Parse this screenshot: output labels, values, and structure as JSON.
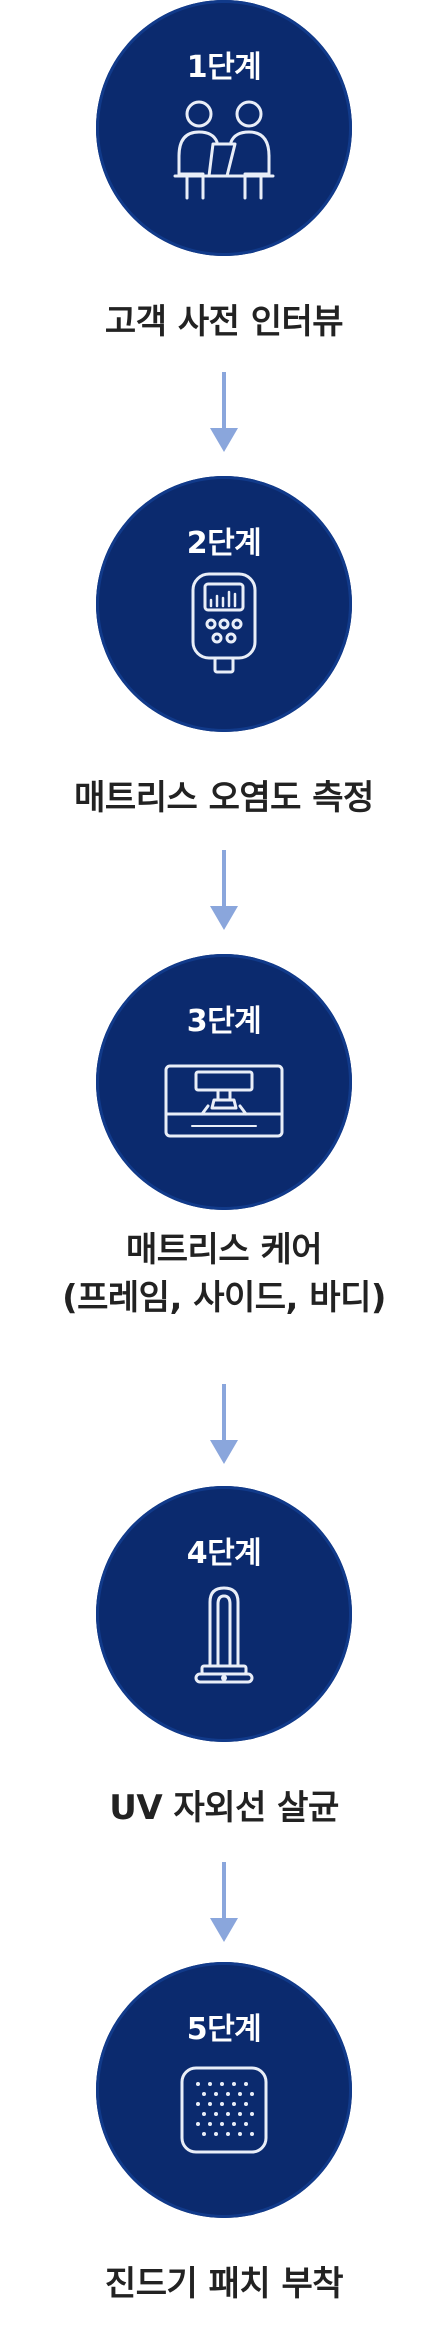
{
  "steps": [
    {
      "step_label": "1단계",
      "icon": "consultation-icon",
      "caption_lines": [
        "고객 사전 인터뷰"
      ]
    },
    {
      "step_label": "2단계",
      "icon": "contamination-meter-icon",
      "caption_lines": [
        "매트리스 오염도 측정"
      ]
    },
    {
      "step_label": "3단계",
      "icon": "mattress-cleaning-machine-icon",
      "caption_lines": [
        "매트리스 케어",
        "(프레임, 사이드, 바디)"
      ]
    },
    {
      "step_label": "4단계",
      "icon": "uv-lamp-icon",
      "caption_lines": [
        "UV 자외선 살균"
      ]
    },
    {
      "step_label": "5단계",
      "icon": "tick-patch-icon",
      "caption_lines": [
        "진드기 패치 부착"
      ]
    }
  ],
  "colors": {
    "circle": "#0b2a6e",
    "arrow": "#8aa6dc",
    "text": "#222222",
    "step_text": "#ffffff"
  }
}
